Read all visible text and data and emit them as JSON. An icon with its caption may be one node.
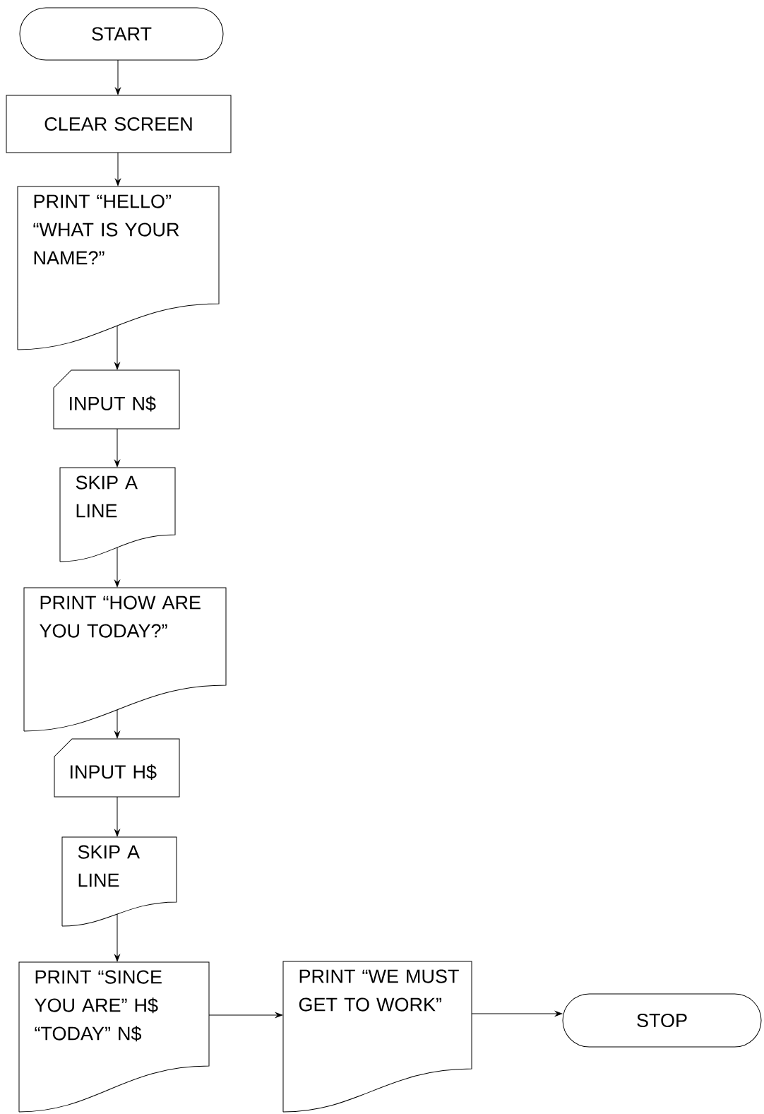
{
  "diagram": {
    "nodes": [
      {
        "text": [
          "START"
        ]
      },
      {
        "text": [
          "CLEAR SCREEN"
        ]
      },
      {
        "text": [
          "PRINT “HELLO” “WHAT IS YOUR NAME?”"
        ]
      },
      {
        "text": [
          "INPUT N$"
        ]
      },
      {
        "text": [
          "SKIP A LINE"
        ]
      },
      {
        "text": [
          "PRINT “HOW ARE YOU TODAY?”"
        ]
      },
      {
        "text": [
          "INPUT H$"
        ]
      },
      {
        "text": [
          "SKIP A LINE"
        ]
      },
      {
        "text": [
          "PRINT “SINCE YOU ARE” H$ “TODAY” N$"
        ]
      },
      {
        "text": [
          "PRINT “WE MUST GET TO WORK”"
        ]
      },
      {
        "text": [
          "STOP"
        ]
      }
    ],
    "edges": [
      {
        "from": 0,
        "to": 1,
        "arrow": "to"
      },
      {
        "from": 1,
        "to": 2,
        "arrow": "to"
      },
      {
        "from": 2,
        "to": 3,
        "arrow": "to"
      },
      {
        "from": 3,
        "to": 4,
        "arrow": "to"
      },
      {
        "from": 4,
        "to": 5,
        "arrow": "to"
      },
      {
        "from": 5,
        "to": 6,
        "arrow": "to"
      },
      {
        "from": 6,
        "to": 7,
        "arrow": "to"
      },
      {
        "from": 7,
        "to": 8,
        "arrow": "to"
      },
      {
        "from": 8,
        "to": 9,
        "arrow": "to"
      },
      {
        "from": 9,
        "to": 10,
        "arrow": "to"
      }
    ]
  }
}
